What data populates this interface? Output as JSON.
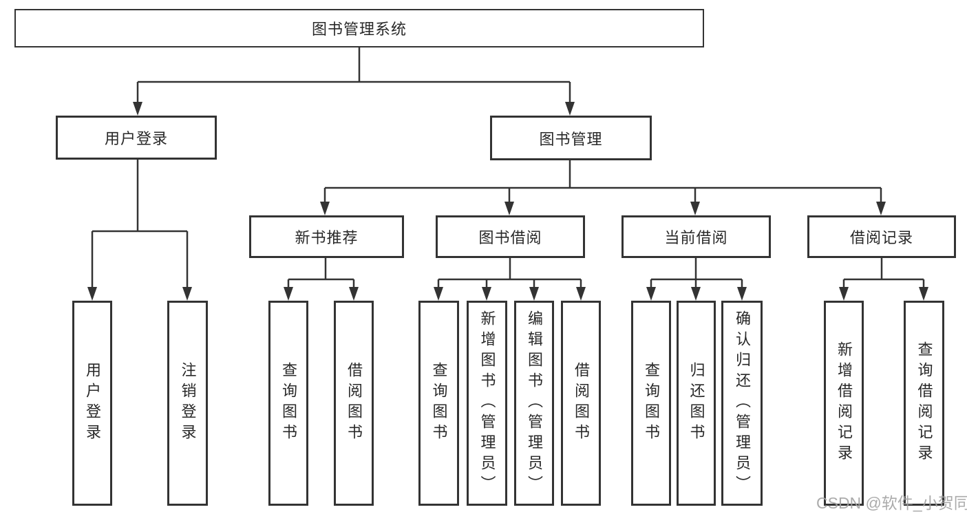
{
  "nodes": {
    "root": "图书管理系统",
    "level2": [
      "用户登录",
      "图书管理"
    ],
    "level3": [
      "新书推荐",
      "图书借阅",
      "当前借阅",
      "借阅记录"
    ],
    "login_leaves": [
      "用户登录",
      "注销登录"
    ],
    "recommend_leaves": [
      "查询图书",
      "借阅图书"
    ],
    "borrow_leaves": [
      "查询图书",
      "新增图书（管理员）",
      "编辑图书（管理员）",
      "借阅图书"
    ],
    "current_leaves": [
      "查询图书",
      "归还图书",
      "确认归还（管理员）"
    ],
    "record_leaves": [
      "新增借阅记录",
      "查询借阅记录"
    ]
  },
  "hierarchy": {
    "图书管理系统": [
      "用户登录",
      "图书管理"
    ],
    "用户登录": [
      "用户登录",
      "注销登录"
    ],
    "图书管理": [
      "新书推荐",
      "图书借阅",
      "当前借阅",
      "借阅记录"
    ],
    "新书推荐": [
      "查询图书",
      "借阅图书"
    ],
    "图书借阅": [
      "查询图书",
      "新增图书（管理员）",
      "编辑图书（管理员）",
      "借阅图书"
    ],
    "当前借阅": [
      "查询图书",
      "归还图书",
      "确认归还（管理员）"
    ],
    "借阅记录": [
      "新增借阅记录",
      "查询借阅记录"
    ]
  },
  "watermark": "CSDN @软件_小贺同学",
  "colors": {
    "line": "#333333",
    "box_border": "#333333",
    "text": "#282828",
    "watermark": "#a3a3a3",
    "background": "#ffffff"
  }
}
